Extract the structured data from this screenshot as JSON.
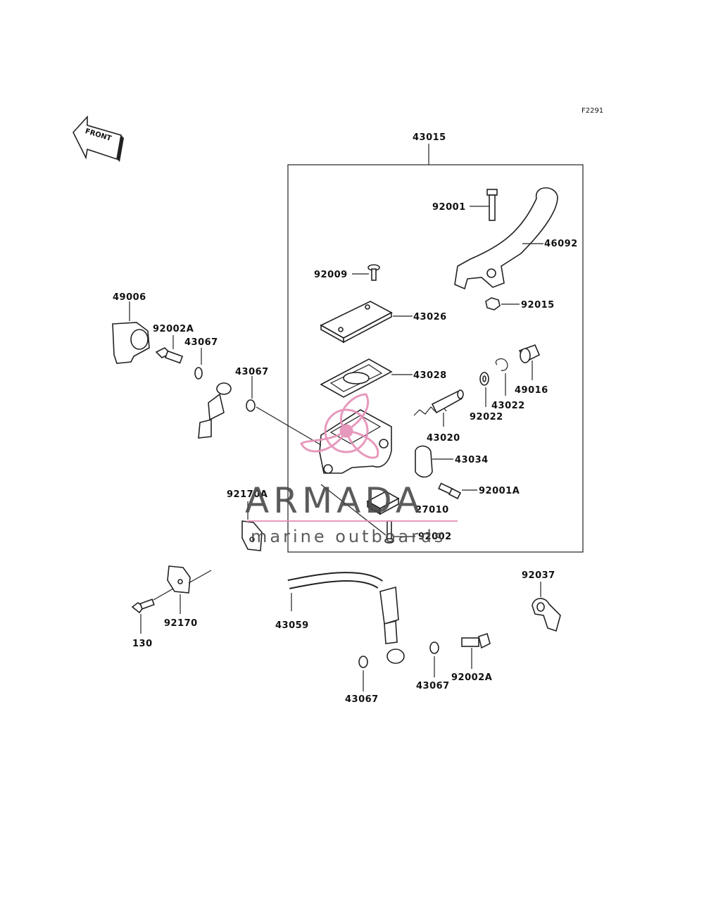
{
  "figure_code": "F2291",
  "front_arrow_label": "FRONT",
  "assembly_label": "43015",
  "labels": {
    "p92001": "92001",
    "p46092": "46092",
    "p92009": "92009",
    "p92015": "92015",
    "p43026": "43026",
    "p43028": "43028",
    "p49016": "49016",
    "p43022": "43022",
    "p92022": "92022",
    "p43020": "43020",
    "p43034": "43034",
    "p92001A": "92001A",
    "p27010": "27010",
    "p92002": "92002",
    "p49006": "49006",
    "p92002A_top": "92002A",
    "p43067_top": "43067",
    "p43067_mid": "43067",
    "p92170A": "92170A",
    "p92170": "92170",
    "p130": "130",
    "p43059": "43059",
    "p92037": "92037",
    "p43067_bl": "43067",
    "p43067_br": "43067",
    "p92002A_bot": "92002A"
  },
  "watermark": {
    "brand": "ARMADA",
    "tagline": "marine outboards",
    "accent_color": "#e58fb6"
  }
}
